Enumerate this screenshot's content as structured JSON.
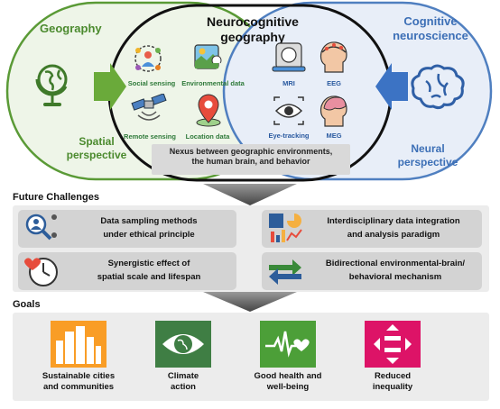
{
  "venn": {
    "geography": {
      "title": "Geography",
      "subtitle_line1": "Spatial",
      "subtitle_line2": "perspective",
      "color": "#4b8a2e"
    },
    "cognitive": {
      "title_line1": "Cognitive",
      "title_line2": "neuroscience",
      "subtitle_line1": "Neural",
      "subtitle_line2": "perspective",
      "color": "#3c6fb6"
    },
    "neuro": {
      "title_line1": "Neurocognitive",
      "title_line2": "geography"
    },
    "geo_items": [
      {
        "label": "Social sensing",
        "icon": "social-sensing-icon"
      },
      {
        "label": "Environmental data",
        "icon": "environmental-data-icon"
      },
      {
        "label": "Remote sensing",
        "icon": "satellite-icon"
      },
      {
        "label": "Location data",
        "icon": "location-pin-icon"
      }
    ],
    "brain_items": [
      {
        "label": "MRI",
        "icon": "mri-scanner-icon"
      },
      {
        "label": "EEG",
        "icon": "eeg-head-icon"
      },
      {
        "label": "Eye-tracking",
        "icon": "eye-tracking-icon"
      },
      {
        "label": "MEG",
        "icon": "meg-head-icon"
      }
    ],
    "nexus_line1": "Nexus between geographic environments,",
    "nexus_line2": "the human brain, and behavior"
  },
  "challenges": {
    "title": "Future Challenges",
    "items": [
      {
        "line1": "Data sampling methods",
        "line2": "under ethical principle",
        "icon": "magnifier-people-icon"
      },
      {
        "line1": "Interdisciplinary data integration",
        "line2": "and analysis paradigm",
        "icon": "charts-icon"
      },
      {
        "line1": "Synergistic effect of",
        "line2": "spatial scale and lifespan",
        "icon": "heart-clock-icon"
      },
      {
        "line1": "Bidirectional environmental-brain/",
        "line2": "behavioral mechanism",
        "icon": "bidirectional-arrows-icon"
      }
    ]
  },
  "goals": {
    "title": "Goals",
    "items": [
      {
        "line1": "Sustainable cities",
        "line2": "and communities",
        "color": "#f99d26",
        "icon": "city-buildings-icon"
      },
      {
        "line1": "Climate",
        "line2": "action",
        "color": "#3f7e44",
        "icon": "eye-globe-icon"
      },
      {
        "line1": "Good health and",
        "line2": "well-being",
        "color": "#4c9f38",
        "icon": "heartbeat-icon"
      },
      {
        "line1": "Reduced",
        "line2": "inequality",
        "color": "#dd1367",
        "icon": "equality-arrows-icon"
      }
    ]
  }
}
